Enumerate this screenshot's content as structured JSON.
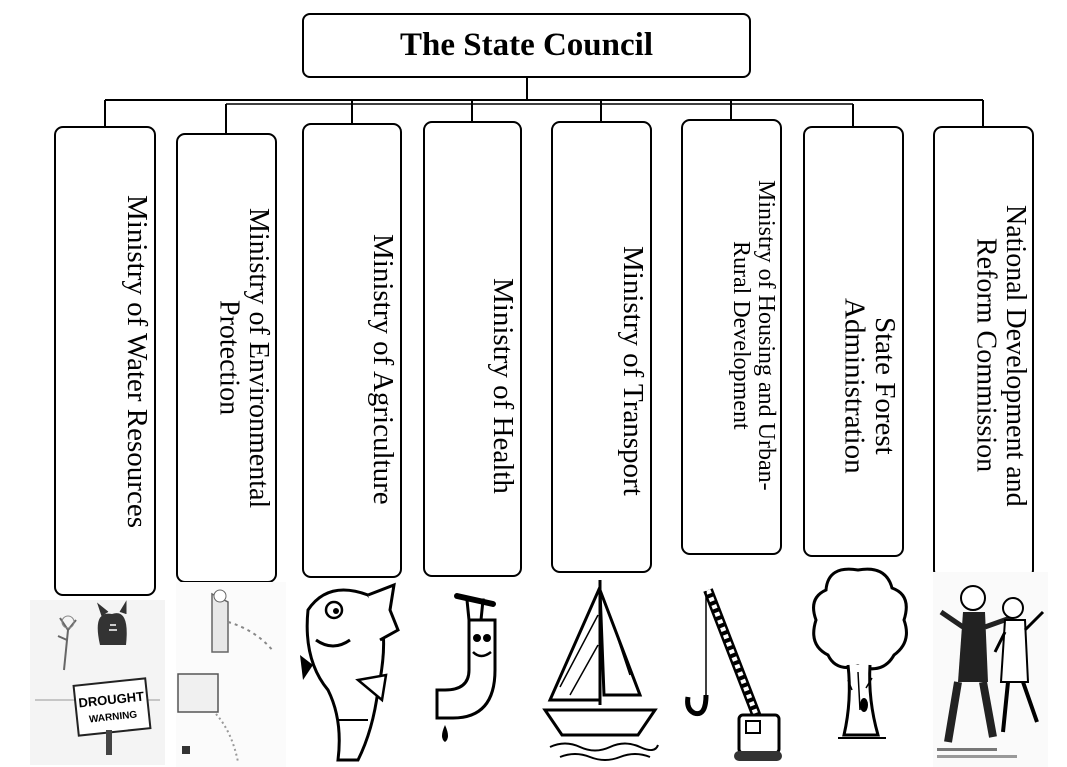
{
  "root": {
    "label": "The State Council"
  },
  "ministries": [
    {
      "label": "Ministry of Water Resources"
    },
    {
      "label": "Ministry of Environmental\nProtection"
    },
    {
      "label": "Ministry of Agriculture"
    },
    {
      "label": "Ministry of Health"
    },
    {
      "label": "Ministry of Transport"
    },
    {
      "label": "Ministry of Housing and Urban-\nRural Development"
    },
    {
      "label": "State Forest\nAdministration"
    },
    {
      "label": "National Development and\nReform Commission"
    }
  ],
  "illustrations": [
    {
      "icon": "drought-warning-icon",
      "sign_text": "DROUGHT\nWARNING"
    },
    {
      "icon": "polluted-pipe-icon"
    },
    {
      "icon": "fish-icon"
    },
    {
      "icon": "dripping-faucet-icon"
    },
    {
      "icon": "sailboat-icon"
    },
    {
      "icon": "crane-hook-icon"
    },
    {
      "icon": "tree-icon"
    },
    {
      "icon": "cartoon-figures-icon"
    }
  ]
}
